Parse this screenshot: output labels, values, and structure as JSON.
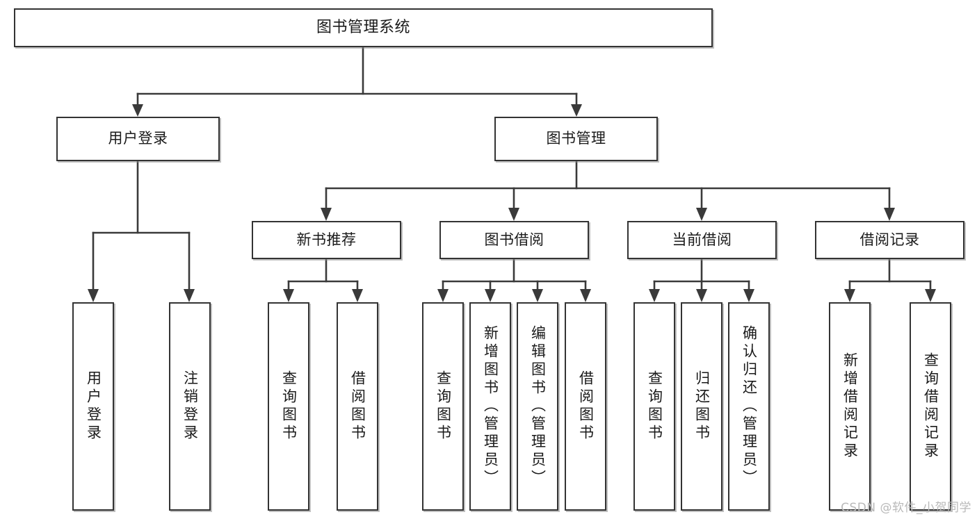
{
  "diagram": {
    "title": "图书管理系统",
    "type": "tree",
    "watermark": "CSDN @软件_小贺同学",
    "colors": {
      "box_border": "#333333",
      "box_fill": "#ffffff",
      "connector": "#3a3a3a",
      "text": "#1a1a1a",
      "watermark": "#b9b9b9"
    },
    "nodes": {
      "root": {
        "label": "图书管理系统"
      },
      "level2": [
        {
          "id": "user-login",
          "label": "用户登录"
        },
        {
          "id": "book-manage",
          "label": "图书管理"
        }
      ],
      "level3": [
        {
          "id": "new-book-recommend",
          "label": "新书推荐"
        },
        {
          "id": "book-borrow",
          "label": "图书借阅"
        },
        {
          "id": "current-borrow",
          "label": "当前借阅"
        },
        {
          "id": "borrow-record",
          "label": "借阅记录"
        }
      ],
      "leaves": {
        "user-login": [
          {
            "id": "leaf-user-login",
            "label": "用户登录"
          },
          {
            "id": "leaf-user-logout",
            "label": "注销登录"
          }
        ],
        "new-book-recommend": [
          {
            "id": "leaf-query-book-1",
            "label": "查询图书"
          },
          {
            "id": "leaf-borrow-book-1",
            "label": "借阅图书"
          }
        ],
        "book-borrow": [
          {
            "id": "leaf-query-book-2",
            "label": "查询图书"
          },
          {
            "id": "leaf-add-book",
            "label": "新增图书（管理员）"
          },
          {
            "id": "leaf-edit-book",
            "label": "编辑图书（管理员）"
          },
          {
            "id": "leaf-borrow-book-2",
            "label": "借阅图书"
          }
        ],
        "current-borrow": [
          {
            "id": "leaf-query-book-3",
            "label": "查询图书"
          },
          {
            "id": "leaf-return-book",
            "label": "归还图书"
          },
          {
            "id": "leaf-confirm-return",
            "label": "确认归还（管理员）"
          }
        ],
        "borrow-record": [
          {
            "id": "leaf-add-record",
            "label": "新增借阅记录"
          },
          {
            "id": "leaf-query-record",
            "label": "查询借阅记录"
          }
        ]
      }
    }
  }
}
